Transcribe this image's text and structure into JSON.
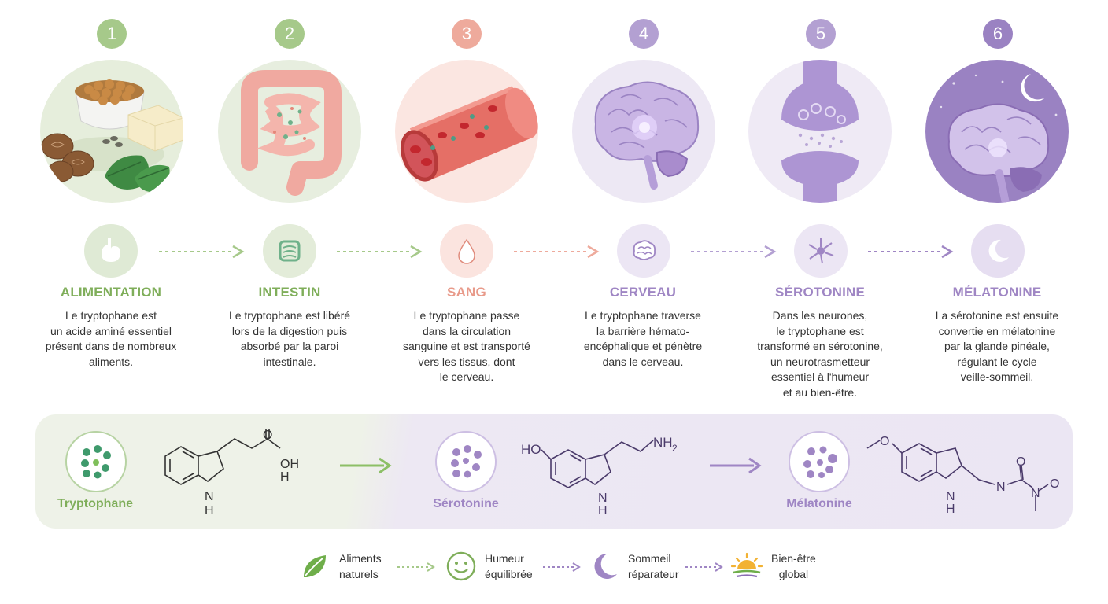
{
  "steps": [
    {
      "number": "1",
      "title": "ALIMENTATION",
      "desc": [
        "Le tryptophane est",
        "un acide aminé essentiel",
        "présent dans de nombreux",
        "aliments."
      ],
      "color": "#7fae5a",
      "light": "#dfead5",
      "illustration": "food-illustration",
      "icon": "stomach-icon"
    },
    {
      "number": "2",
      "title": "INTESTIN",
      "desc": [
        "Le tryptophane est libéré",
        "lors de la digestion puis",
        "absorbé par la paroi",
        "intestinale."
      ],
      "color": "#7fae5a",
      "light": "#e3ecd9",
      "illustration": "intestine-illustration",
      "icon": "intestine-icon"
    },
    {
      "number": "3",
      "title": "SANG",
      "desc": [
        "Le tryptophane passe",
        "dans la circulation",
        "sanguine et est transporté",
        "vers les tissus, dont",
        "le cerveau."
      ],
      "color": "#e89a8a",
      "light": "#fbe4df",
      "illustration": "blood-vessel-illustration",
      "icon": "blood-drop-icon"
    },
    {
      "number": "4",
      "title": "CERVEAU",
      "desc": [
        "Le tryptophane traverse",
        "la barrière hémato-",
        "encéphalique et pénètre",
        "dans le cerveau."
      ],
      "color": "#9f86c4",
      "light": "#ece6f4",
      "illustration": "brain-illustration",
      "icon": "brain-icon"
    },
    {
      "number": "5",
      "title": "SÉROTONINE",
      "desc": [
        "Dans les neurones,",
        "le tryptophane est",
        "transformé en sérotonine,",
        "un neurotrasmetteur",
        "essentiel à l'humeur",
        "et au bien-être."
      ],
      "color": "#9f86c4",
      "light": "#ece6f4",
      "illustration": "synapse-illustration",
      "icon": "neuron-icon"
    },
    {
      "number": "6",
      "title": "MÉLATONINE",
      "desc": [
        "La sérotonine est ensuite",
        "convertie en mélatonine",
        "par la glande pinéale,",
        "régulant le cycle",
        "veille-sommeil."
      ],
      "color": "#9f86c4",
      "light": "#e6def1",
      "illustration": "night-brain-illustration",
      "icon": "moon-icon"
    }
  ],
  "molecules": [
    {
      "name": "Tryptophane",
      "color": "#7fae5a",
      "icon": "molecule-dots-icon"
    },
    {
      "name": "Sérotonine",
      "color": "#9f86c4",
      "icon": "molecule-dots-icon"
    },
    {
      "name": "Mélatonine",
      "color": "#9f86c4",
      "icon": "molecule-dots-icon"
    }
  ],
  "structure_labels": {
    "trp_o": "O",
    "trp_oh": "OH",
    "trp_h": "H",
    "trp_nh": "N",
    "trp_nh_h": "H",
    "ser_ho": "HO",
    "ser_nh2": "NH",
    "ser_nh2_sub": "2",
    "ser_n": "N",
    "ser_h": "H",
    "mel_o": "O",
    "mel_n": "N",
    "mel_h": "H",
    "mel_n2": "N",
    "mel_o2": "O",
    "mel_n3": "N",
    "mel_o3": "O"
  },
  "legend": [
    {
      "lines": [
        "Aliments",
        "naturels"
      ],
      "icon": "leaf-icon"
    },
    {
      "lines": [
        "Humeur",
        "équilibrée"
      ],
      "icon": "smiley-icon"
    },
    {
      "lines": [
        "Sommeil",
        "réparateur"
      ],
      "icon": "moon-icon"
    },
    {
      "lines": [
        "Bien-être",
        "global"
      ],
      "icon": "sun-icon"
    }
  ],
  "colors": {
    "green": "#7fae5a",
    "red": "#e89a8a",
    "purple": "#9f86c4"
  }
}
